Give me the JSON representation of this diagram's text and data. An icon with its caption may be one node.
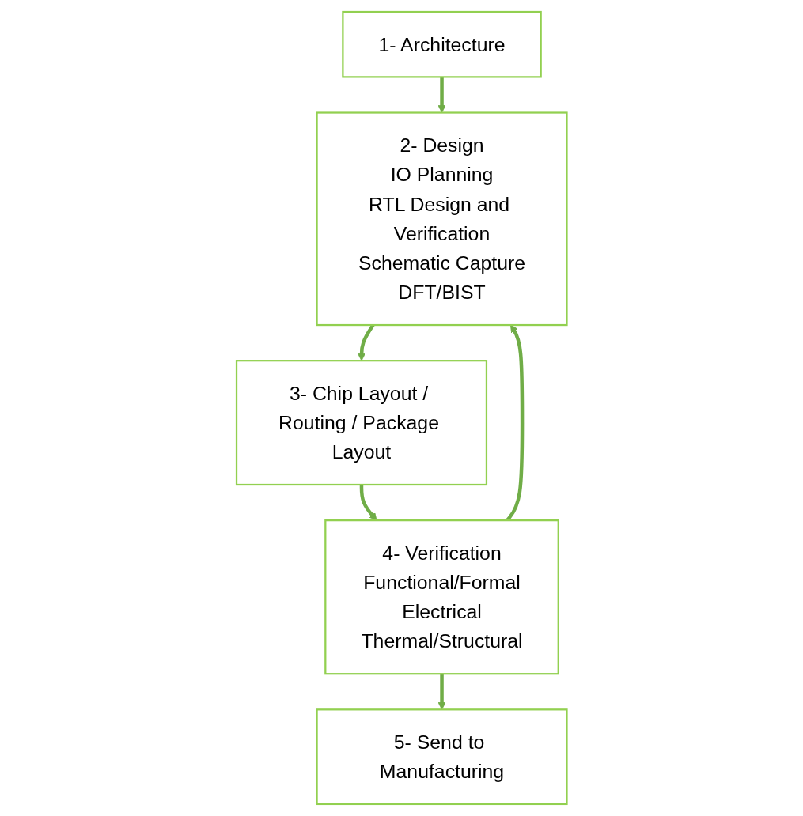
{
  "diagram": {
    "nodes": [
      {
        "text": [
          "1- Architecture"
        ]
      },
      {
        "text": [
          "2- Design",
          "IO Planning",
          "RTL Design and Verification",
          "Schematic Capture",
          "DFT/BIST"
        ]
      },
      {
        "text": [
          "3- Chip Layout / Routing / Package Layout"
        ]
      },
      {
        "text": [
          "4- Verification",
          "Functional/Formal",
          "Electrical",
          "Thermal/Structural"
        ]
      },
      {
        "text": [
          "5- Send to Manufacturing"
        ]
      }
    ],
    "edges": [
      {
        "from": 0,
        "to": 1,
        "arrow": "to"
      },
      {
        "from": 1,
        "to": 2,
        "arrow": "to"
      },
      {
        "from": 2,
        "to": 3,
        "arrow": "to"
      },
      {
        "from": 3,
        "to": 4,
        "arrow": "to"
      },
      {
        "from": 3,
        "to": 1,
        "arrow": "to"
      }
    ]
  }
}
